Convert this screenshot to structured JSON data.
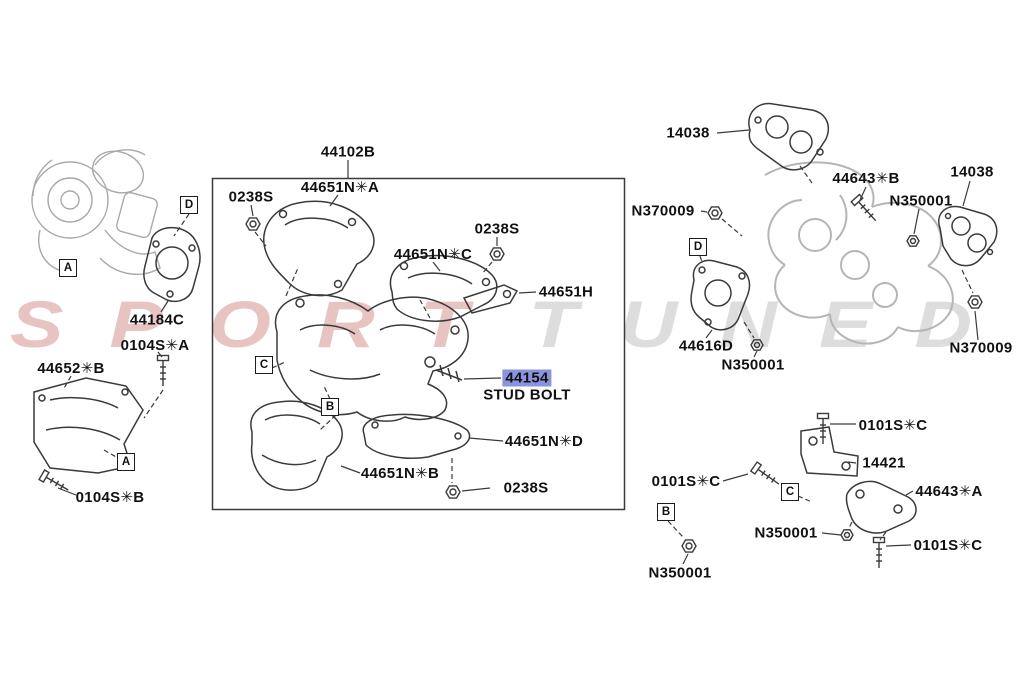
{
  "colors": {
    "line": "#3a3a3a",
    "ghost_manifold": "#b5b5b5",
    "highlight_bg": "#8a93dd",
    "watermark_red": "#d08a85",
    "watermark_gray": "#bdbdbd"
  },
  "watermark": {
    "left": "SPORT",
    "right": "TUNED"
  },
  "labels": [
    {
      "text": "44102B"
    },
    {
      "text": "44651N✳A"
    },
    {
      "text": "0238S"
    },
    {
      "text": "0238S"
    },
    {
      "text": "44651N✳C"
    },
    {
      "text": "44651H"
    },
    {
      "text": "44154",
      "highlighted": true
    },
    {
      "text": "STUD BOLT"
    },
    {
      "text": "44651N✳D"
    },
    {
      "text": "44651N✳B"
    },
    {
      "text": "0238S"
    },
    {
      "text": "44184C"
    },
    {
      "text": "0104S✳A"
    },
    {
      "text": "44652✳B"
    },
    {
      "text": "0104S✳B"
    },
    {
      "text": "14038"
    },
    {
      "text": "N370009"
    },
    {
      "text": "44643✳B"
    },
    {
      "text": "N350001"
    },
    {
      "text": "14038"
    },
    {
      "text": "44616D"
    },
    {
      "text": "N350001"
    },
    {
      "text": "N370009"
    },
    {
      "text": "0101S✳C"
    },
    {
      "text": "14421"
    },
    {
      "text": "0101S✳C"
    },
    {
      "text": "44643✳A"
    },
    {
      "text": "N350001"
    },
    {
      "text": "0101S✳C"
    },
    {
      "text": "N350001"
    }
  ],
  "callouts": [
    {
      "letter": "D"
    },
    {
      "letter": "A"
    },
    {
      "letter": "A"
    },
    {
      "letter": "C"
    },
    {
      "letter": "B"
    },
    {
      "letter": "D"
    },
    {
      "letter": "C"
    },
    {
      "letter": "B"
    }
  ]
}
